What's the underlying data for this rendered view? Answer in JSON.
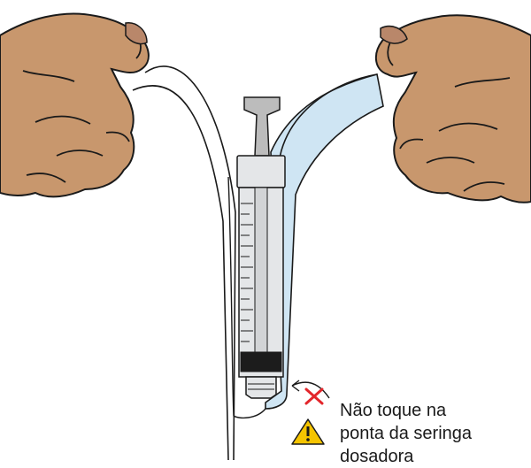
{
  "warning": {
    "lines": [
      "Não toque na",
      "ponta da seringa",
      "dosadora"
    ]
  },
  "icons": {
    "warning": "warning-triangle-icon",
    "do_not_touch": "red-x-icon"
  },
  "colors": {
    "skin": "#c8976d",
    "skin_shadow": "#a87752",
    "pouch_tint": "#cfe5f3",
    "syringe_body": "#e4e6e8",
    "syringe_plunger": "#bcbcbc",
    "plunger_seal": "#1c1c1c",
    "warning_yellow": "#f5c400",
    "alert_red": "#e3262b"
  }
}
